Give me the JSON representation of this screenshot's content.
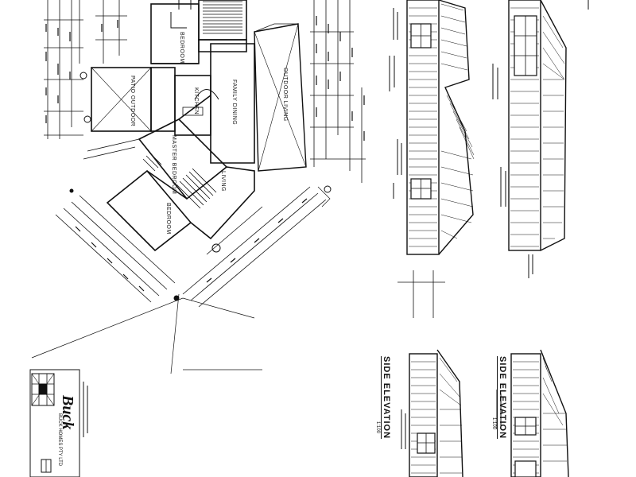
{
  "rooms": {
    "bedroom": "BEDROOM",
    "patio": "PATIO OUTDOOR",
    "kitchen": "KITCHEN",
    "family_dining": "FAMILY DINING",
    "outdoor_living": "OUTDOOR LIVING",
    "living": "LIVING",
    "master_bedroom": "MASTER BEDROOM",
    "bedroom_lower": "BEDROOM"
  },
  "elevations": {
    "side_1": "SIDE ELEVATION",
    "side_2": "SIDE ELEVATION",
    "scale_1": "1:100",
    "scale_2": "1:100"
  },
  "title_block": {
    "brand": "Buck",
    "company": "BUCK HOMES PTY LTD"
  }
}
